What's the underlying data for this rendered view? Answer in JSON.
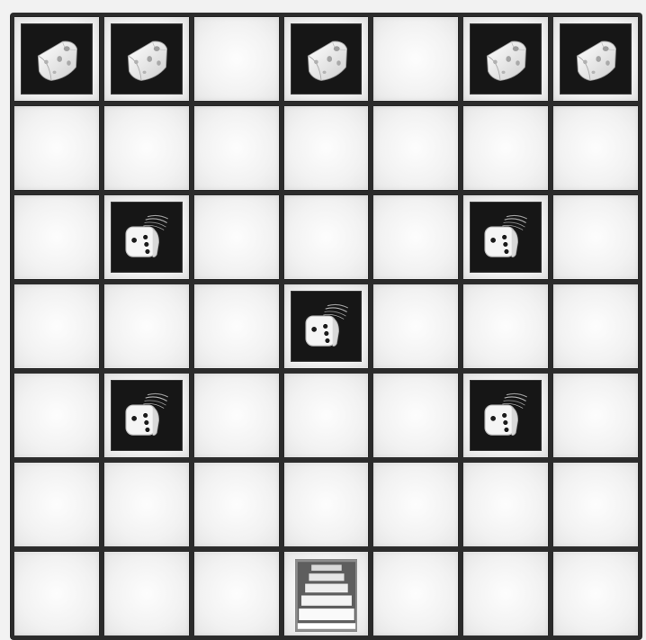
{
  "board": {
    "rows": 7,
    "cols": 7,
    "cells": [
      [
        "cheese",
        "cheese",
        "empty",
        "cheese",
        "empty",
        "cheese",
        "cheese"
      ],
      [
        "empty",
        "empty",
        "empty",
        "empty",
        "empty",
        "empty",
        "empty"
      ],
      [
        "empty",
        "dice",
        "empty",
        "empty",
        "empty",
        "dice",
        "empty"
      ],
      [
        "empty",
        "empty",
        "empty",
        "dice",
        "empty",
        "empty",
        "empty"
      ],
      [
        "empty",
        "dice",
        "empty",
        "empty",
        "empty",
        "dice",
        "empty"
      ],
      [
        "empty",
        "empty",
        "empty",
        "empty",
        "empty",
        "empty",
        "empty"
      ],
      [
        "empty",
        "empty",
        "empty",
        "stairs",
        "empty",
        "empty",
        "empty"
      ]
    ]
  },
  "icons": {
    "cheese": "cheese-icon",
    "dice": "dice-icon",
    "stairs": "stairs-icon"
  },
  "colors": {
    "grid_lines": "#2b2b2b",
    "tile_background": "#161616",
    "cell_background": "#f2f2f2"
  }
}
